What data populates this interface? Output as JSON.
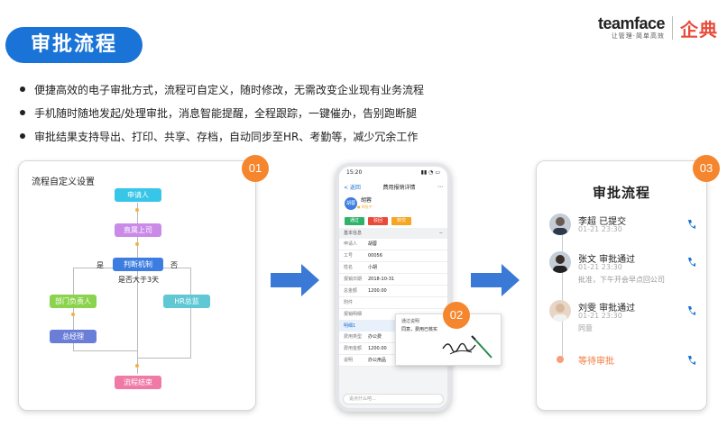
{
  "header": {
    "title": "审批流程",
    "brand_name": "teamface",
    "brand_tagline": "让管理·简单高效",
    "brand_cn": "企典"
  },
  "bullets": [
    "便捷高效的电子审批方式，流程可自定义，随时修改，无需改变企业现有业务流程",
    "手机随时随地发起/处理审批，消息智能提醒，全程跟踪，一键催办，告别跑断腿",
    "审批结果支持导出、打印、共享、存档，自动同步至HR、考勤等，减少冗余工作"
  ],
  "panel1": {
    "badge": "01",
    "title": "流程自定义设置",
    "nodes": {
      "applicant": "申请人",
      "direct_superior": "直属上司",
      "judge": "判断机制",
      "condition": "是否大于3天",
      "yes": "是",
      "no": "否",
      "dept_head": "部门负责人",
      "hr_director": "HR总监",
      "general_manager": "总经理",
      "end": "流程结束"
    },
    "colors": {
      "cyan": "#37c6e8",
      "purple": "#c98ae8",
      "blue": "#3d7ce0",
      "green": "#8bd24d",
      "teal": "#5fc8d4",
      "navy": "#6a7ed8",
      "pink": "#f07aa5"
    }
  },
  "panel2": {
    "badge": "02",
    "status_time": "15:20",
    "nav_back": "< 返回",
    "nav_title": "费用报销详情",
    "user_name": "胡蓉",
    "user_avatar": "胡蓉",
    "user_status": "● 审批中",
    "buttons": [
      {
        "label": "通过",
        "color": "#2fb36a"
      },
      {
        "label": "驳回",
        "color": "#e84b3a"
      },
      {
        "label": "转交",
        "color": "#f5a623"
      }
    ],
    "section_basic": "基本信息",
    "rows": [
      {
        "k": "申请人",
        "v": "胡蓉"
      },
      {
        "k": "工号",
        "v": "00056"
      },
      {
        "k": "姓名",
        "v": "小胡"
      },
      {
        "k": "报销日期",
        "v": "2018-10-31"
      },
      {
        "k": "总金额",
        "v": "1200.00"
      },
      {
        "k": "附件",
        "v": ""
      },
      {
        "k": "报销明细",
        "v": ""
      }
    ],
    "section_detail": "明细1",
    "detail_rows": [
      {
        "k": "费用类型",
        "v": "办公费"
      },
      {
        "k": "费用金额",
        "v": "1200.00"
      },
      {
        "k": "说明",
        "v": "办公用品"
      }
    ],
    "input_placeholder": "说点什么吧...",
    "sig_header": "通过说明",
    "sig_text": "同意，费用已核实"
  },
  "panel3": {
    "badge": "03",
    "title": "审批流程",
    "items": [
      {
        "name": "李超  已提交",
        "time": "01-21 23:30",
        "note": ""
      },
      {
        "name": "张文  审批通过",
        "time": "01-21 23:30",
        "note": "批准，下午开会早点回公司"
      },
      {
        "name": "刘雯  审批通过",
        "time": "01-21 23:30",
        "note": "同意"
      }
    ],
    "waiting": "等待审批"
  }
}
